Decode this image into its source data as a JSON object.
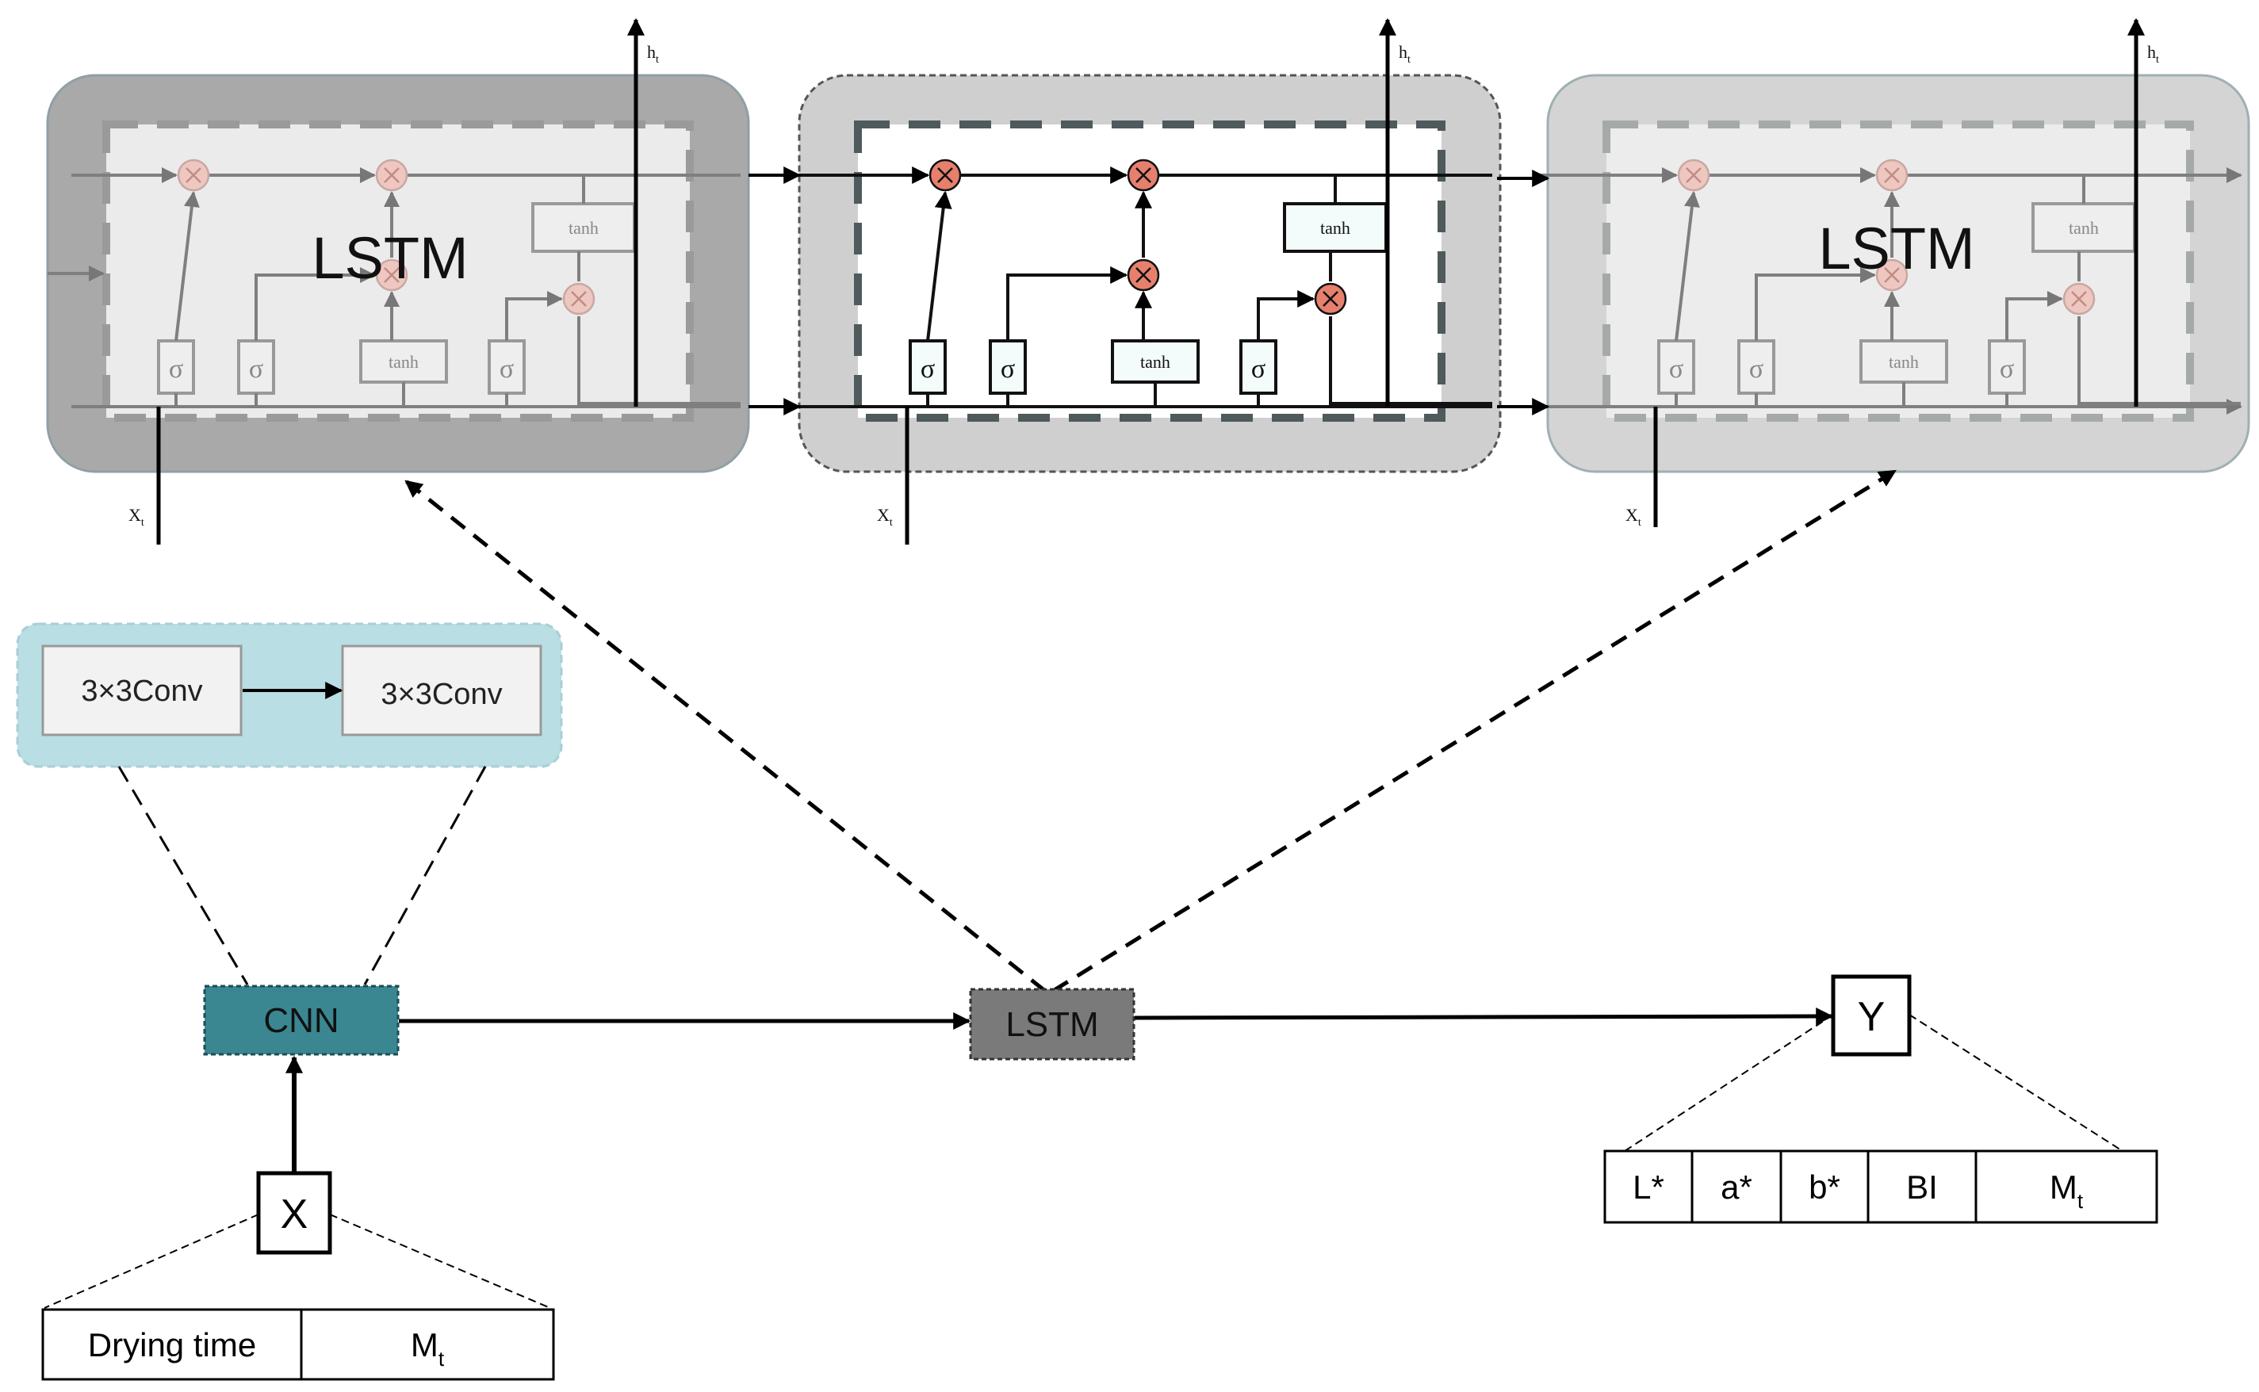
{
  "lstm_cells": [
    {
      "overlay_label": "LSTM",
      "output_label": "h",
      "output_sub": "t",
      "input_label": "X",
      "input_sub": "t",
      "gates": [
        "σ",
        "σ",
        "tanh",
        "σ"
      ],
      "output_tanh": "tanh",
      "style": "faded-dark"
    },
    {
      "overlay_label": "",
      "output_label": "h",
      "output_sub": "t",
      "input_label": "X",
      "input_sub": "t",
      "gates": [
        "σ",
        "σ",
        "tanh",
        "σ"
      ],
      "output_tanh": "tanh",
      "style": "focused"
    },
    {
      "overlay_label": "LSTM",
      "output_label": "h",
      "output_sub": "t",
      "input_label": "X",
      "input_sub": "t",
      "gates": [
        "σ",
        "σ",
        "tanh",
        "σ"
      ],
      "output_tanh": "tanh",
      "style": "faded-light"
    }
  ],
  "conv_block": {
    "left": "3×3Conv",
    "right": "3×3Conv"
  },
  "nodes": {
    "cnn": "CNN",
    "lstm": "LSTM",
    "input": "X",
    "output": "Y"
  },
  "input_table": [
    {
      "text": "Drying time"
    },
    {
      "text": "M",
      "sub": "t"
    }
  ],
  "output_table": [
    {
      "text": "L*"
    },
    {
      "text": "a*"
    },
    {
      "text": "b*"
    },
    {
      "text": "BI"
    },
    {
      "text": "M",
      "sub": "t"
    }
  ],
  "colors": {
    "cnn_fill": "#3a8791",
    "lstm_node_fill": "#7a7a7a",
    "conv_bg": "#b9dee3",
    "multiply_dark": "#e6806d",
    "multiply_light": "#eec7c0",
    "cell1_frame": "#a9a9a9",
    "cell2_frame": "#cfcfcf",
    "cell3_frame": "#d4d4d4"
  }
}
